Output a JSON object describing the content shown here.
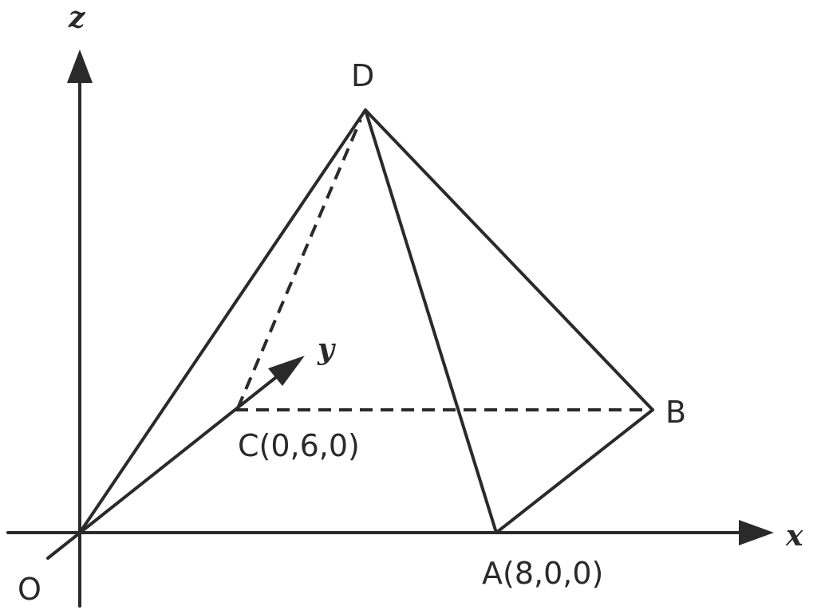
{
  "axes": {
    "x": "x",
    "y": "y",
    "z": "z"
  },
  "points": {
    "O": "O",
    "A": "A(8,0,0)",
    "B": "B",
    "C": "C(0,6,0)",
    "D": "D"
  },
  "colors": {
    "stroke": "#2a2a2a",
    "background": "#ffffff"
  }
}
